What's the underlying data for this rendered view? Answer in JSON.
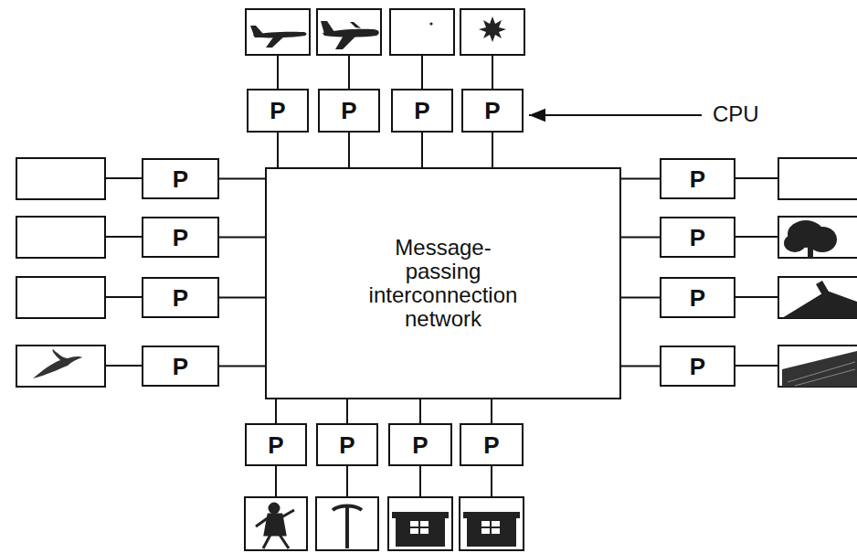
{
  "diagram": {
    "nodes": [
      {
        "text": [
          "P"
        ]
      },
      {
        "text": [
          "P"
        ]
      },
      {
        "text": [
          "P"
        ]
      },
      {
        "text": [
          "P"
        ]
      },
      {
        "text": [
          "Message- passing interconnection network"
        ]
      },
      {
        "text": [
          "P"
        ]
      },
      {
        "text": [
          "P"
        ]
      },
      {
        "text": [
          "P"
        ]
      },
      {
        "text": [
          "P"
        ]
      },
      {
        "text": [
          "P"
        ]
      },
      {
        "text": [
          "P"
        ]
      },
      {
        "text": [
          "P"
        ]
      },
      {
        "text": [
          "P"
        ]
      },
      {
        "text": [
          "P"
        ]
      },
      {
        "text": [
          "P"
        ]
      },
      {
        "text": [
          "P"
        ]
      },
      {
        "text": [
          "P"
        ]
      }
    ],
    "edges": [
      {
        "from": 0,
        "to": 4,
        "arrow": "none"
      },
      {
        "from": 1,
        "to": 4,
        "arrow": "none"
      },
      {
        "from": 2,
        "to": 4,
        "arrow": "none"
      },
      {
        "from": 3,
        "to": 4,
        "arrow": "none"
      },
      {
        "from": 5,
        "to": 4,
        "arrow": "none"
      },
      {
        "from": 6,
        "to": 4,
        "arrow": "none"
      },
      {
        "from": 7,
        "to": 4,
        "arrow": "none"
      },
      {
        "from": 8,
        "to": 4,
        "arrow": "none"
      },
      {
        "from": 9,
        "to": 4,
        "arrow": "none"
      },
      {
        "from": 10,
        "to": 4,
        "arrow": "none"
      },
      {
        "from": 11,
        "to": 4,
        "arrow": "none"
      },
      {
        "from": 12,
        "to": 4,
        "arrow": "none"
      },
      {
        "from": 13,
        "to": 4,
        "arrow": "none"
      },
      {
        "from": 14,
        "to": 4,
        "arrow": "none"
      },
      {
        "from": 15,
        "to": 4,
        "arrow": "none"
      },
      {
        "from": 16,
        "to": 4,
        "arrow": "none"
      }
    ],
    "labels": [
      "CPU"
    ]
  }
}
